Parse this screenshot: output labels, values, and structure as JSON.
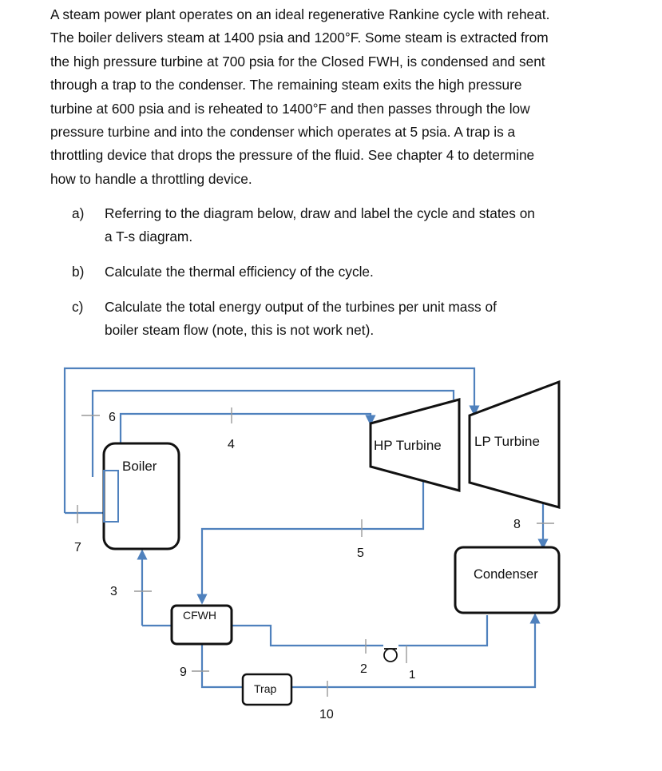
{
  "problem": {
    "lines": [
      "A steam power plant operates on an ideal regenerative Rankine cycle with reheat.",
      "The boiler delivers steam at 1400 psia and 1200°F.  Some steam is extracted from",
      "the high pressure turbine at 700 psia for the Closed FWH, is condensed and sent",
      "through a trap to the condenser.  The remaining steam exits the high pressure",
      "turbine at 600 psia and is reheated to 1400°F and then passes through the low",
      "pressure turbine and into the condenser which operates at 5 psia.   A trap is a",
      "throttling device that drops the pressure of the fluid.  See chapter 4 to determine",
      "how to handle a throttling device."
    ]
  },
  "questions": [
    {
      "label": "a)",
      "lines": [
        "Referring to the diagram below, draw and label the cycle and states on",
        "a T-s diagram."
      ]
    },
    {
      "label": "b)",
      "lines": [
        "Calculate the thermal efficiency of the cycle."
      ]
    },
    {
      "label": "c)",
      "lines": [
        "Calculate the total energy output of the turbines per unit mass of",
        "boiler steam flow (note, this is not work net)."
      ]
    }
  ],
  "diagram": {
    "line_color": "#4f81bd",
    "components": {
      "boiler": "Boiler",
      "hp_turbine": "HP Turbine",
      "lp_turbine": "LP Turbine",
      "condenser": "Condenser",
      "cfwh": "CFWH",
      "trap": "Trap"
    },
    "states": {
      "s1": "1",
      "s2": "2",
      "s3": "3",
      "s4": "4",
      "s5": "5",
      "s6": "6",
      "s7": "7",
      "s8": "8",
      "s9": "9",
      "s10": "10"
    }
  }
}
